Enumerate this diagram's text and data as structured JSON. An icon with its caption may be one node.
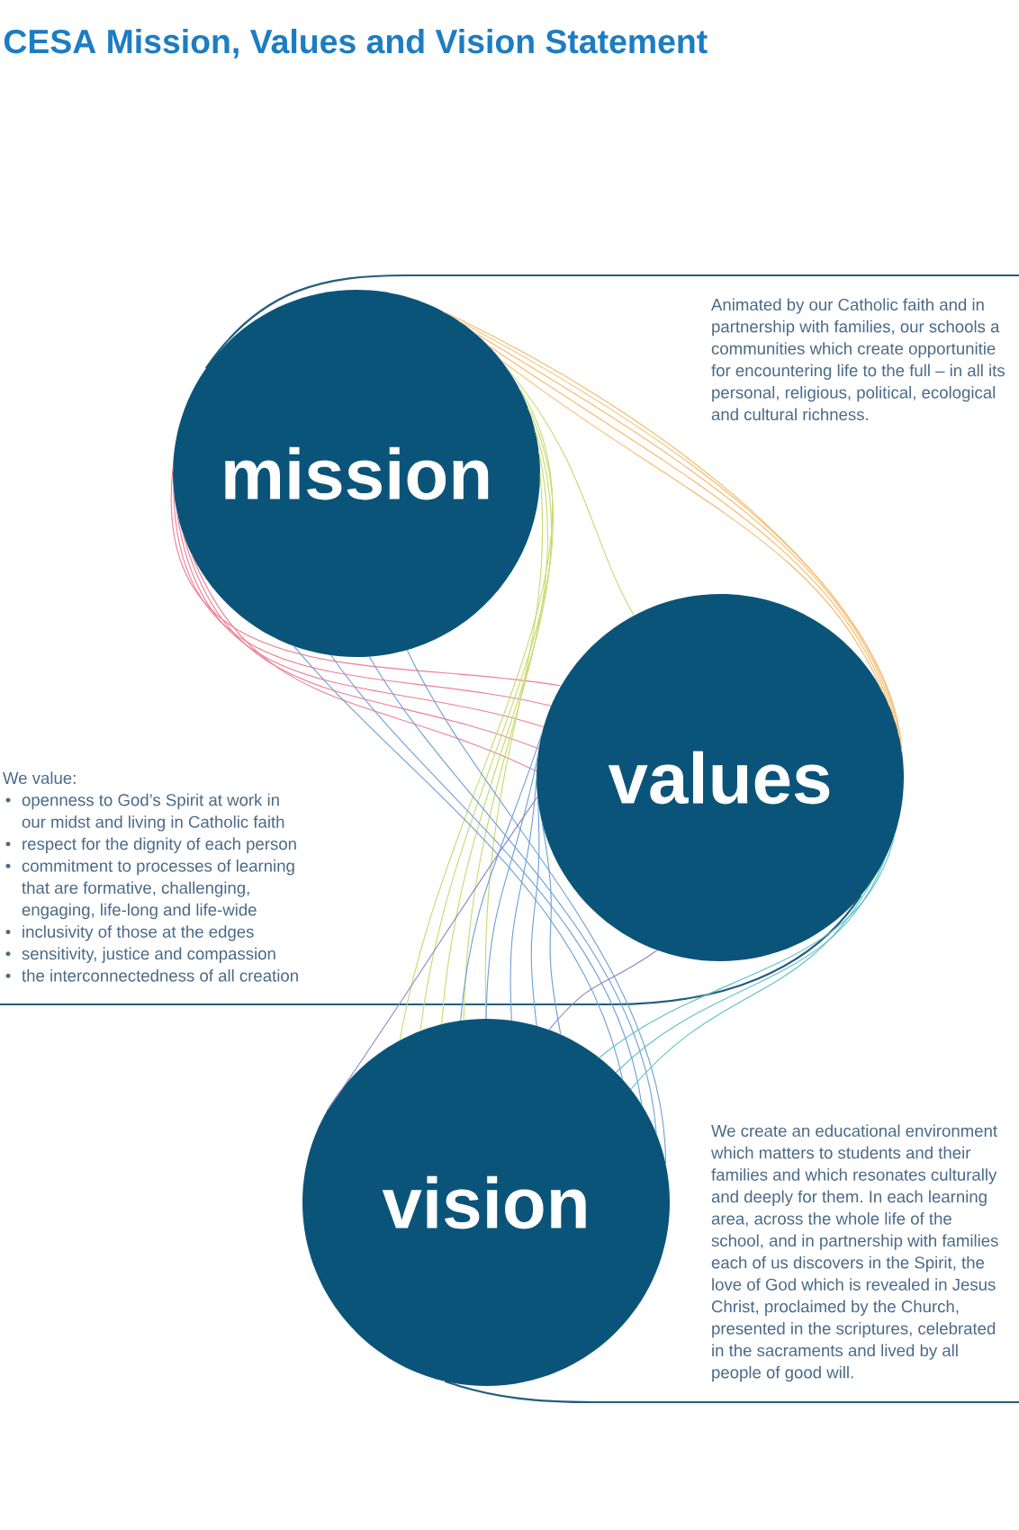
{
  "diagram": {
    "title": "CESA Mission, Values and Vision Statement",
    "nodes": [
      {
        "text": [
          "mission"
        ]
      },
      {
        "text": [
          "values"
        ],
        "beside": [
          "We value:",
          "openness to God’s Spirit at work in our midst and living in Catholic faith",
          "respect for the dignity of each person",
          "commitment to processes of learning that are formative, challenging, engaging, life-long and life-wide",
          "inclusivity of those at the edges",
          "sensitivity, justice and compassion",
          "the interconnectedness of all creation"
        ]
      },
      {
        "text": [
          "vision"
        ],
        "beside": [
          "We create an educational environment which matters to students and their families and which resonates culturally and deeply for them. In each learning area, across the whole life of the school, and in partnership with families each of us discovers in the Spirit, the love of God which is revealed in Jesus Christ, proclaimed by the Church, presented in the scriptures, celebrated in the sacraments and lived by all people of good will."
        ]
      }
    ],
    "edges": [
      {
        "from": 0,
        "to": 1,
        "arrow": "none",
        "color": "#f7b968"
      },
      {
        "from": 0,
        "to": 1,
        "arrow": "none",
        "color": "#f7b968"
      },
      {
        "from": 0,
        "to": 1,
        "arrow": "none",
        "color": "#f7b968"
      },
      {
        "from": 0,
        "to": 1,
        "arrow": "none",
        "color": "#f7b968"
      },
      {
        "from": 0,
        "to": 1,
        "arrow": "none",
        "color": "#f7b968"
      },
      {
        "from": 0,
        "to": 1,
        "arrow": "none",
        "color": "#ee7d96"
      },
      {
        "from": 0,
        "to": 1,
        "arrow": "none",
        "color": "#ee7d96"
      },
      {
        "from": 0,
        "to": 1,
        "arrow": "none",
        "color": "#ee7d96"
      },
      {
        "from": 0,
        "to": 1,
        "arrow": "none",
        "color": "#ee7d96"
      },
      {
        "from": 0,
        "to": 1,
        "arrow": "none",
        "color": "#ee7d96"
      },
      {
        "from": 0,
        "to": 1,
        "arrow": "none",
        "color": "#c6d96c"
      },
      {
        "from": 0,
        "to": 2,
        "arrow": "none",
        "color": "#c6d96c"
      },
      {
        "from": 0,
        "to": 2,
        "arrow": "none",
        "color": "#c6d96c"
      },
      {
        "from": 0,
        "to": 2,
        "arrow": "none",
        "color": "#c6d96c"
      },
      {
        "from": 0,
        "to": 2,
        "arrow": "none",
        "color": "#c6d96c"
      },
      {
        "from": 0,
        "to": 2,
        "arrow": "none",
        "color": "#c6d96c"
      },
      {
        "from": 0,
        "to": 2,
        "arrow": "none",
        "color": "#6b9fd6"
      },
      {
        "from": 0,
        "to": 2,
        "arrow": "none",
        "color": "#6b9fd6"
      },
      {
        "from": 0,
        "to": 2,
        "arrow": "none",
        "color": "#6b9fd6"
      },
      {
        "from": 0,
        "to": 2,
        "arrow": "none",
        "color": "#6b9fd6"
      },
      {
        "from": 1,
        "to": 2,
        "arrow": "none",
        "color": "#6b9fd6"
      },
      {
        "from": 1,
        "to": 2,
        "arrow": "none",
        "color": "#6b9fd6"
      },
      {
        "from": 1,
        "to": 2,
        "arrow": "none",
        "color": "#6b9fd6"
      },
      {
        "from": 1,
        "to": 2,
        "arrow": "none",
        "color": "#6b9fd6"
      },
      {
        "from": 1,
        "to": 2,
        "arrow": "none",
        "color": "#6b9fd6"
      },
      {
        "from": 1,
        "to": 2,
        "arrow": "none",
        "color": "#8d84c6"
      },
      {
        "from": 1,
        "to": 2,
        "arrow": "none",
        "color": "#8d84c6"
      },
      {
        "from": 1,
        "to": 2,
        "arrow": "none",
        "color": "#5fc1c4"
      },
      {
        "from": 1,
        "to": 2,
        "arrow": "none",
        "color": "#5fc1c4"
      },
      {
        "from": 1,
        "to": 2,
        "arrow": "none",
        "color": "#5fc1c4"
      }
    ],
    "labels": [
      "Animated by our Catholic faith and in partnership with families, our schools a communities which create opportunitie for encountering life to the full – in all its personal, religious, political, ecological and cultural richness."
    ]
  }
}
